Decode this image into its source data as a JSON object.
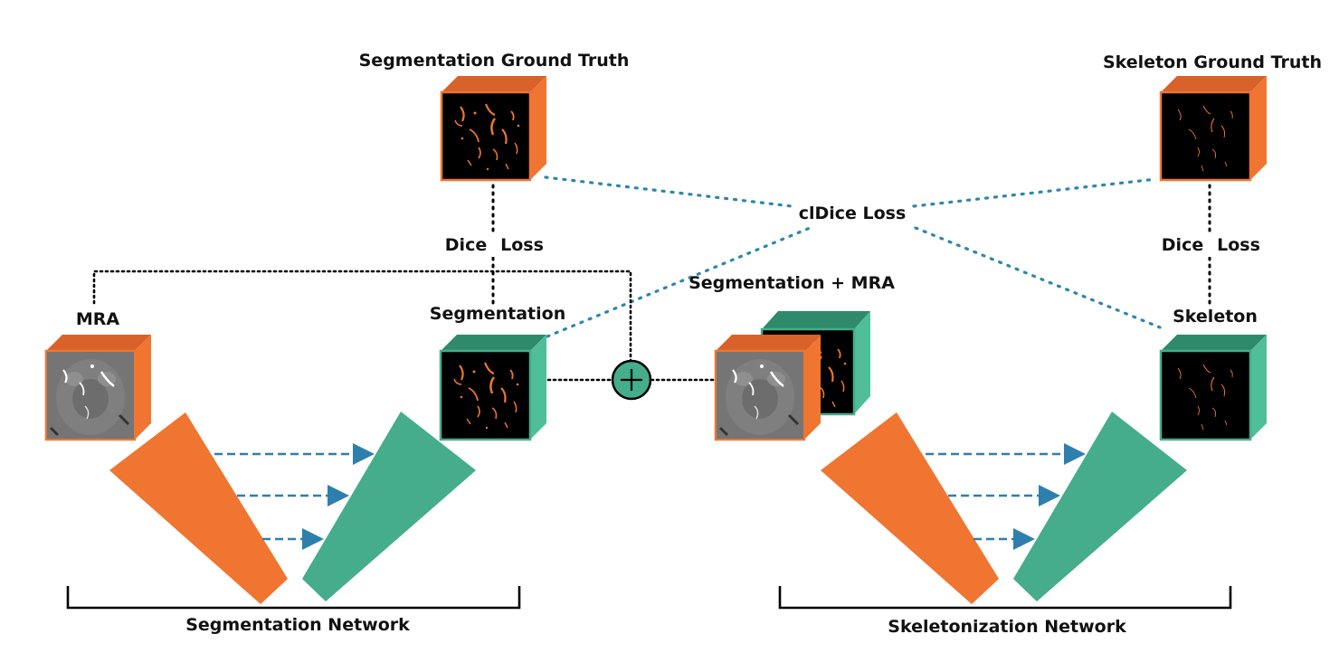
{
  "labels": {
    "seg_ground_truth": "Segmentation Ground Truth",
    "skel_ground_truth": "Skeleton Ground Truth",
    "cldice_loss": "clDice Loss",
    "dice_loss_left_1": "Dice",
    "dice_loss_left_2": "Loss",
    "dice_loss_right_1": "Dice",
    "dice_loss_right_2": "Loss",
    "mra": "MRA",
    "segmentation": "Segmentation",
    "seg_plus_mra": "Segmentation + MRA",
    "skeleton": "Skeleton",
    "seg_network": "Segmentation Network",
    "skel_network": "Skeletonization Network"
  },
  "colors": {
    "encoder_orange": "#F07530",
    "cube_orange_top": "#D8622A",
    "decoder_green": "#45AD8C",
    "cube_green_top": "#2F8A6C",
    "cube_green_side": "#4FBF9A",
    "arrow_blue": "#2E7FAE",
    "loss_dots_blue": "#2E86AE",
    "line_black": "#000000"
  },
  "icons": {
    "concat_node": "plus-circle-icon"
  }
}
